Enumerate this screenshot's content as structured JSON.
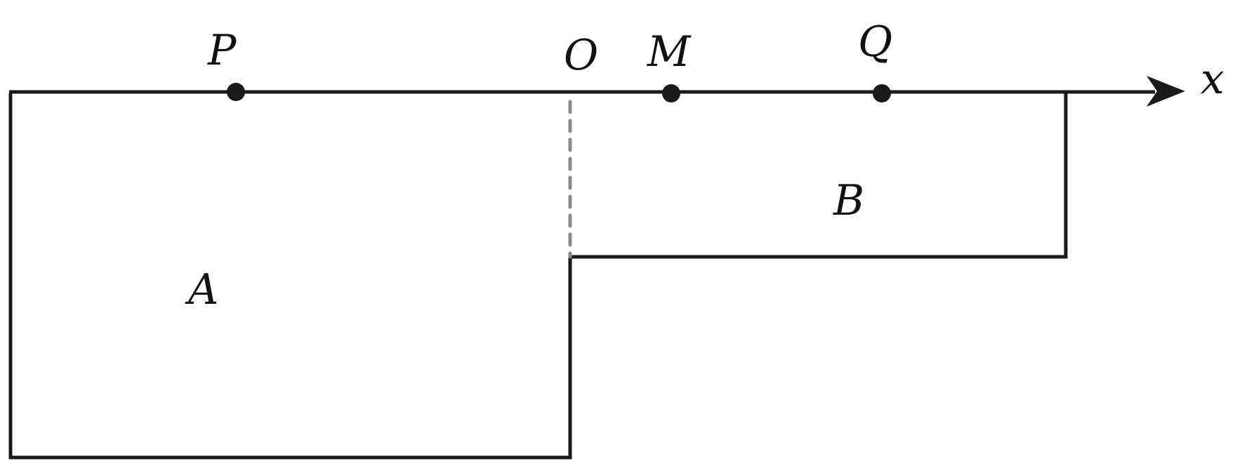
{
  "axis": {
    "label": "x"
  },
  "points": [
    {
      "id": "P",
      "label": "P"
    },
    {
      "id": "O",
      "label": "O"
    },
    {
      "id": "M",
      "label": "M"
    },
    {
      "id": "Q",
      "label": "Q"
    }
  ],
  "regions": [
    {
      "id": "A",
      "label": "A"
    },
    {
      "id": "B",
      "label": "B"
    }
  ],
  "colors": {
    "line": "#1a1a1a",
    "dashed": "#8a8a8a",
    "dot": "#1a1a1a"
  }
}
